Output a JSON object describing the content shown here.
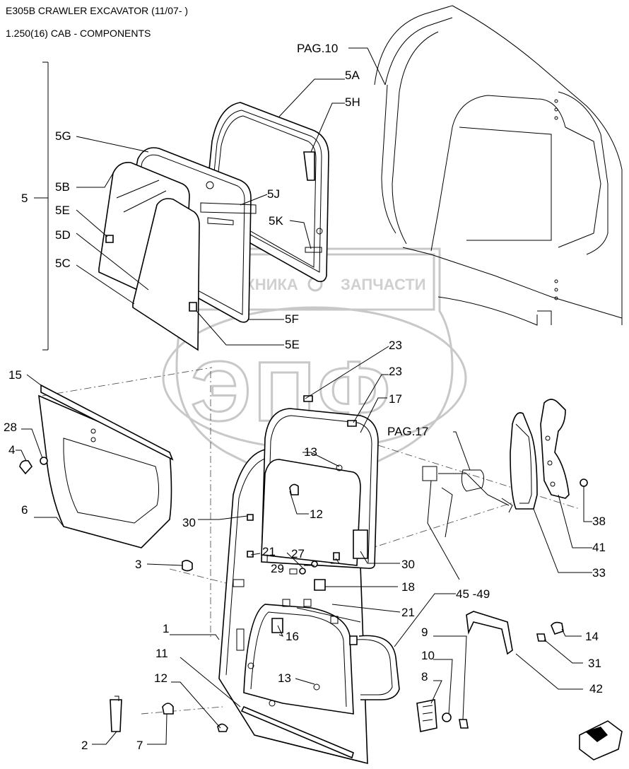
{
  "header": {
    "model": "E305B CRAWLER EXCAVATOR (11/07- )",
    "section": "1.250(16) CAB - COMPONENTS"
  },
  "watermark": {
    "left_word": "ТЕХНИКА",
    "right_word": "ЗАПЧАСТИ",
    "logo_letters": "ЭПФ"
  },
  "labels": {
    "pag10": "PAG.10",
    "pag17": "PAG.17",
    "p5": "5",
    "p5A": "5A",
    "p5B": "5B",
    "p5C": "5C",
    "p5D": "5D",
    "p5E_left": "5E",
    "p5E_bottom": "5E",
    "p5F": "5F",
    "p5G": "5G",
    "p5H": "5H",
    "p5J": "5J",
    "p5K": "5K",
    "p1": "1",
    "p2": "2",
    "p3": "3",
    "p4": "4",
    "p6": "6",
    "p7": "7",
    "p8": "8",
    "p9": "9",
    "p10": "10",
    "p11": "11",
    "p12_left": "12",
    "p12_center": "12",
    "p13_top": "13",
    "p13_bottom": "13",
    "p14": "14",
    "p15": "15",
    "p16": "16",
    "p17": "17",
    "p18": "18",
    "p21_top": "21",
    "p21_bottom": "21",
    "p23_top": "23",
    "p23_bottom": "23",
    "p27": "27",
    "p28": "28",
    "p29": "29",
    "p30_left": "30",
    "p30_right": "30",
    "p31": "31",
    "p33": "33",
    "p38": "38",
    "p41": "41",
    "p42": "42",
    "p45_49": "45 -49"
  }
}
